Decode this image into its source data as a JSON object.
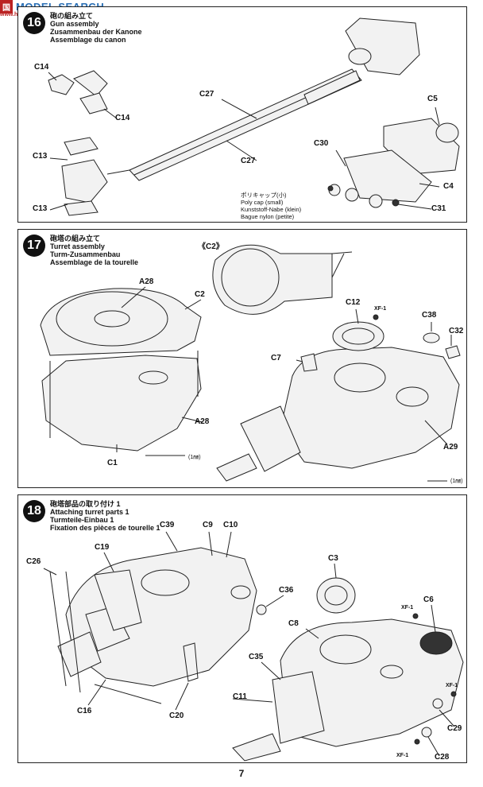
{
  "watermark": {
    "logo": "国",
    "text": "MODEL SEARCH",
    "url": "www.hobbysearch"
  },
  "page_number": "7",
  "step16": {
    "number": "16",
    "titles": [
      "砲の組み立て",
      "Gun assembly",
      "Zusammenbau der Kanone",
      "Assemblage du canon"
    ],
    "labels": [
      "C14",
      "C14",
      "C27",
      "C27",
      "C13",
      "C13",
      "C5",
      "C30",
      "C4",
      "C31"
    ],
    "note": [
      "ポリキャップ(小)",
      "Poly cap (small)",
      "Kunststoff-Nabe (klein)",
      "Bague nylon (petite)"
    ]
  },
  "step17": {
    "number": "17",
    "titles": [
      "砲塔の組み立て",
      "Turret assembly",
      "Turm-Zusammenbau",
      "Assemblage de la tourelle"
    ],
    "labels": [
      "《C2》",
      "A28",
      "C2",
      "A28",
      "C1",
      "C12",
      "C38",
      "C32",
      "C7",
      "A29"
    ],
    "paints": [
      "XF-1"
    ],
    "drill": [
      "(1㎜)",
      "(1㎜)"
    ]
  },
  "step18": {
    "number": "18",
    "titles": [
      "砲塔部品の取り付け 1",
      "Attaching turret parts 1",
      "Turmteile-Einbau 1",
      "Fixation des pièces de tourelle 1"
    ],
    "labels": [
      "C39",
      "C9",
      "C10",
      "C19",
      "C26",
      "C36",
      "C16",
      "C20",
      "C3",
      "C6",
      "C8",
      "C35",
      "C11",
      "C29",
      "C28"
    ],
    "paints": [
      "XF-1",
      "XF-1",
      "XF-1"
    ]
  }
}
